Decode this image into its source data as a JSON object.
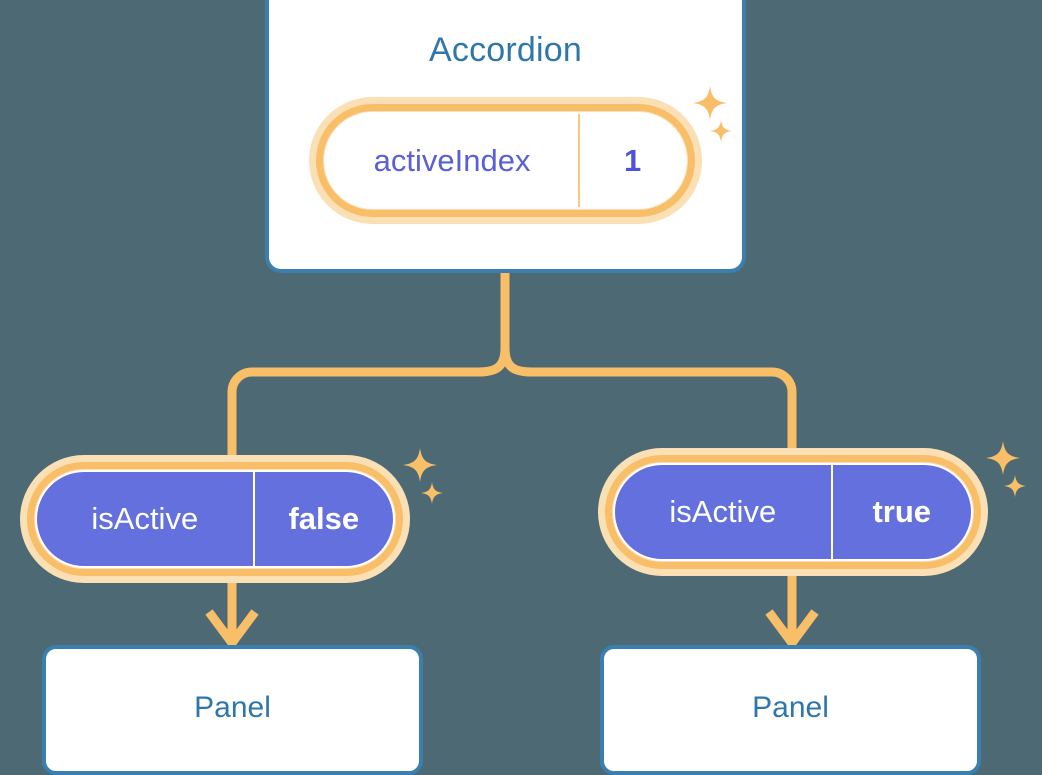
{
  "diagram": {
    "type": "component-state-tree",
    "background_color": "#4d6a74",
    "accent_orange": "#f9be68",
    "accent_orange_soft": "#fbdfb5",
    "accent_blue": "#3b7fae",
    "title_blue": "#2f77ab",
    "state_purple": "#6370dd",
    "value_indigo": "#4f52d8"
  },
  "root": {
    "title": "Accordion",
    "state": {
      "key": "activeIndex",
      "value": "1"
    },
    "sparkle_large": "sparkle-icon",
    "sparkle_small": "sparkle-icon"
  },
  "children": [
    {
      "id": "left",
      "state": {
        "key": "isActive",
        "value": "false"
      },
      "panel": {
        "title": "Panel"
      }
    },
    {
      "id": "right",
      "state": {
        "key": "isActive",
        "value": "true"
      },
      "panel": {
        "title": "Panel"
      }
    }
  ]
}
